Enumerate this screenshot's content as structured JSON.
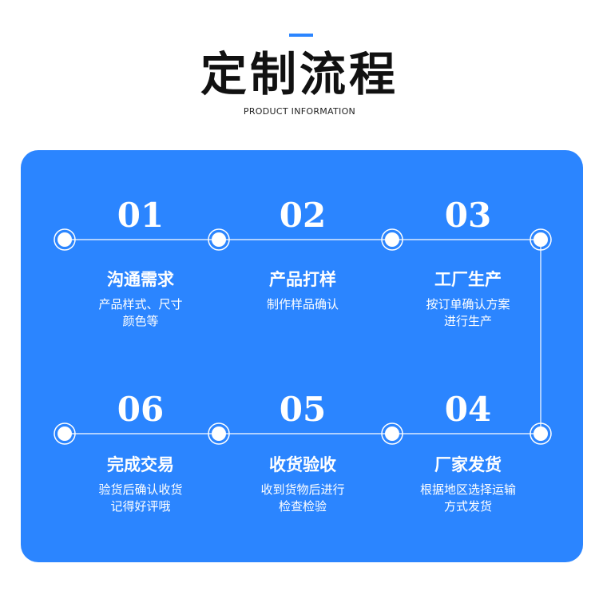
{
  "header": {
    "title": "定制流程",
    "subtitle": "PRODUCT INFORMATION"
  },
  "colors": {
    "accent": "#2b85ff",
    "panel": "#2b85ff",
    "text_light": "#ffffff",
    "title_dark": "#111111"
  },
  "steps": [
    {
      "number": "01",
      "title": "沟通需求",
      "desc": [
        "产品样式、尺寸",
        "颜色等"
      ]
    },
    {
      "number": "02",
      "title": "产品打样",
      "desc": [
        "制作样品确认",
        ""
      ]
    },
    {
      "number": "03",
      "title": "工厂生产",
      "desc": [
        "按订单确认方案",
        "进行生产"
      ]
    },
    {
      "number": "04",
      "title": "厂家发货",
      "desc": [
        "根据地区选择运输",
        "方式发货"
      ]
    },
    {
      "number": "05",
      "title": "收货验收",
      "desc": [
        "收到货物后进行",
        "检查检验"
      ]
    },
    {
      "number": "06",
      "title": "完成交易",
      "desc": [
        "验货后确认收货",
        "记得好评哦"
      ]
    }
  ]
}
